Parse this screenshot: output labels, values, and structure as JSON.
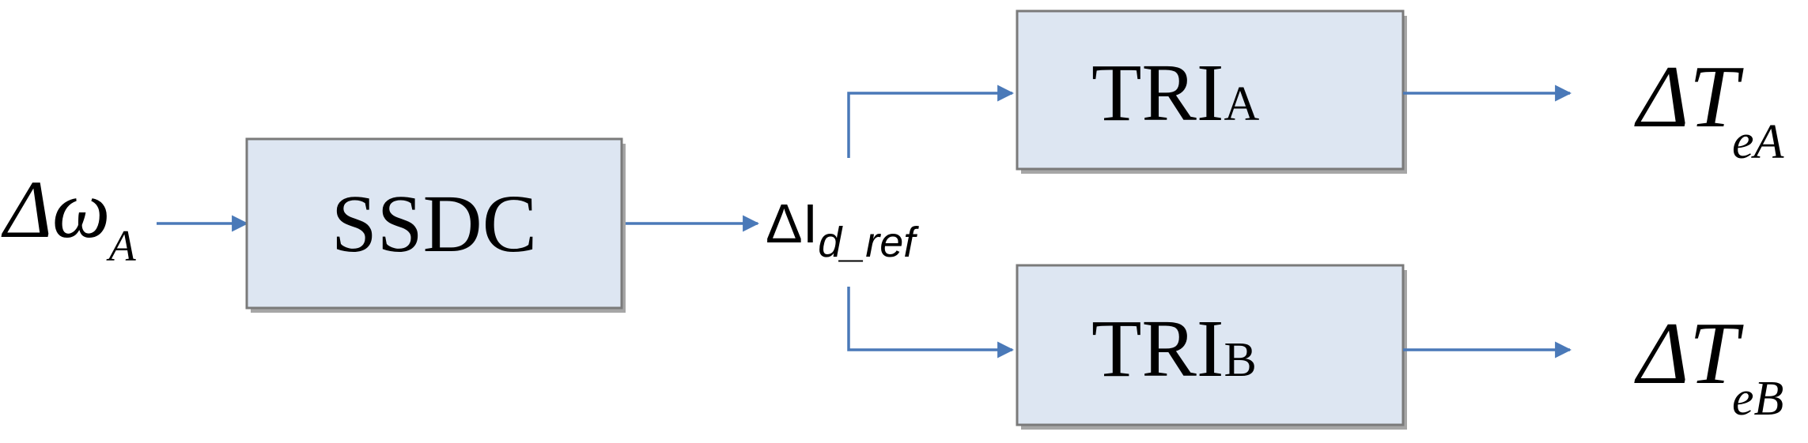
{
  "input_signal": {
    "symbol": "Δω",
    "subscript": "A"
  },
  "controller_block": {
    "label": "SSDC"
  },
  "intermediate_signal": {
    "symbol": "ΔI",
    "subscript": "d_ref"
  },
  "block_a": {
    "label": "TRI",
    "subscript": "A"
  },
  "block_b": {
    "label": "TRI",
    "subscript": "B"
  },
  "output_a": {
    "symbol": "ΔT",
    "subscript": "eA"
  },
  "output_b": {
    "symbol": "ΔT",
    "subscript": "eB"
  },
  "colors": {
    "arrow": "#4a79b8",
    "block_fill": "#dde6f2",
    "block_border": "#7a7a7a"
  }
}
